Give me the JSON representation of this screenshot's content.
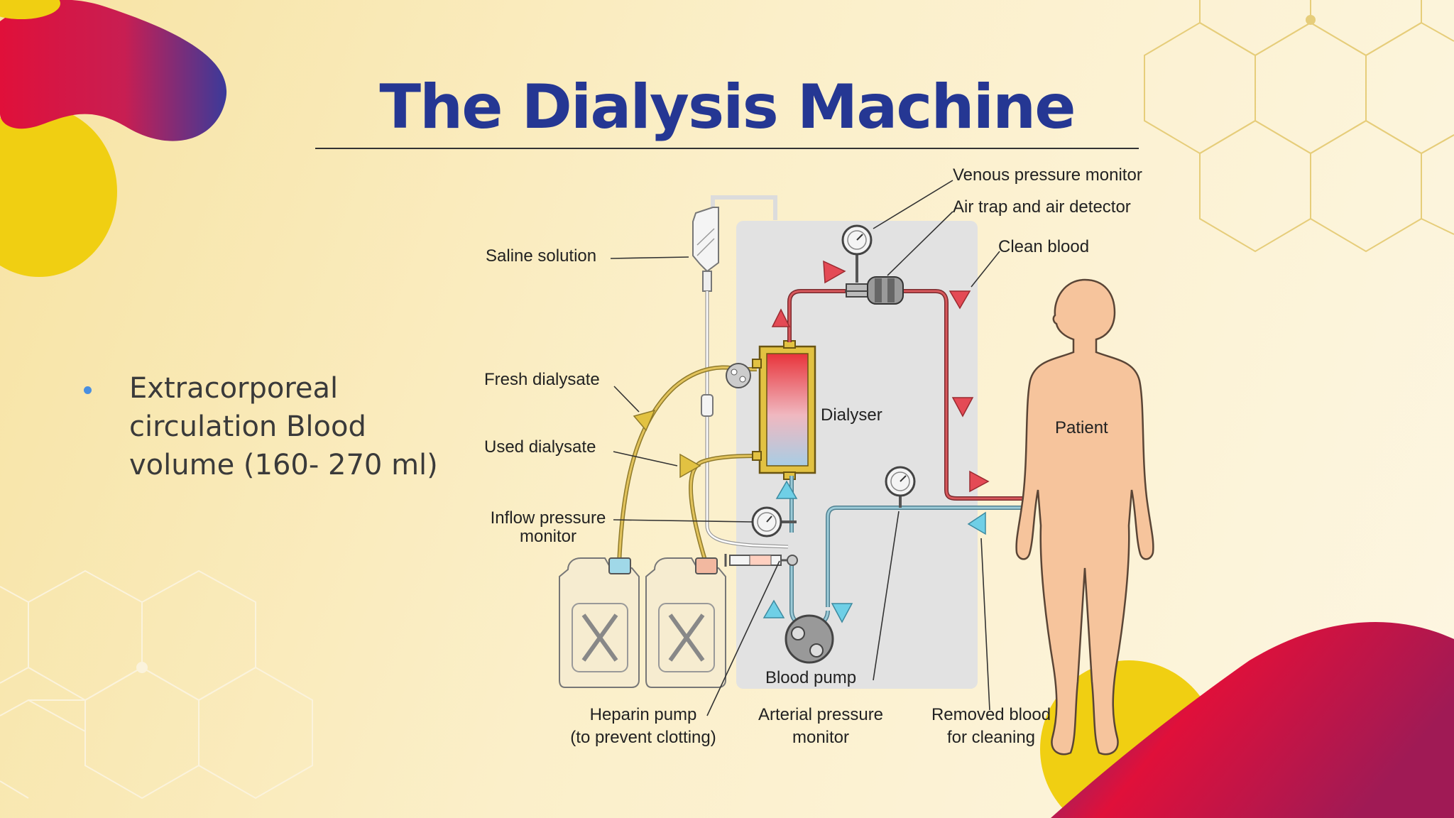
{
  "slide": {
    "title": "The Dialysis Machine",
    "bullets": [
      {
        "text": "Extracorporeal circulation Blood volume (160- 270 ml)"
      }
    ]
  },
  "diagram": {
    "labels": {
      "venous_pressure_monitor": "Venous pressure monitor",
      "air_trap": "Air trap and air detector",
      "clean_blood": "Clean blood",
      "saline_solution": "Saline solution",
      "fresh_dialysate": "Fresh dialysate",
      "used_dialysate": "Used dialysate",
      "dialyser": "Dialyser",
      "patient": "Patient",
      "inflow_pressure_line1": "Inflow pressure",
      "inflow_pressure_line2": "monitor",
      "blood_pump": "Blood pump",
      "heparin_line1": "Heparin pump",
      "heparin_line2": "(to prevent clotting)",
      "arterial_line1": "Arterial pressure",
      "arterial_line2": "monitor",
      "removed_line1": "Removed blood",
      "removed_line2": "for cleaning"
    }
  },
  "colors": {
    "title": "#253793",
    "clean_blood_line": "#c8454a",
    "removed_blood_line": "#7fb1bf",
    "dialysate_line": "#c9a43a",
    "machine_panel": "#e2e2e2",
    "patient_skin": "#f6c49c"
  }
}
